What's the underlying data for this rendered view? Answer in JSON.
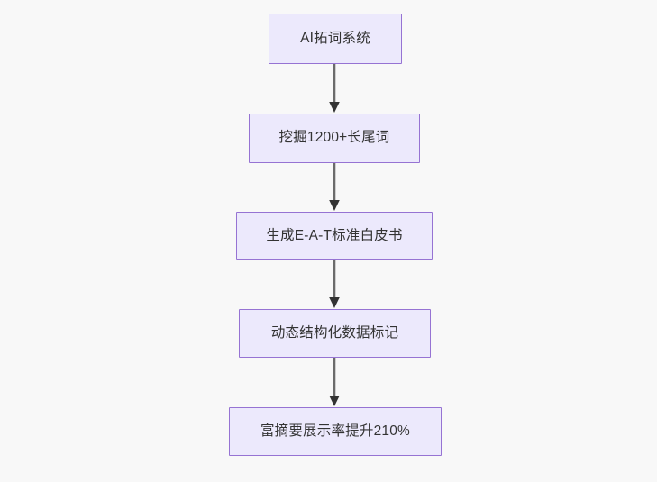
{
  "diagram": {
    "type": "flowchart",
    "direction": "top-to-bottom",
    "background_color": "#f8f8f8",
    "node_fill_color": "#ece9fc",
    "node_border_color": "#9673d3",
    "node_text_color": "#333333",
    "edge_color": "#6b6b6b",
    "arrowhead_color": "#333333",
    "nodes": [
      {
        "id": "n1",
        "label": "AI拓词系统"
      },
      {
        "id": "n2",
        "label": "挖掘1200+长尾词"
      },
      {
        "id": "n3",
        "label": "生成E-A-T标准白皮书"
      },
      {
        "id": "n4",
        "label": "动态结构化数据标记"
      },
      {
        "id": "n5",
        "label": "富摘要展示率提升210%"
      }
    ],
    "edges": [
      {
        "from": "n1",
        "to": "n2",
        "label": ""
      },
      {
        "from": "n2",
        "to": "n3",
        "label": ""
      },
      {
        "from": "n3",
        "to": "n4",
        "label": ""
      },
      {
        "from": "n4",
        "to": "n5",
        "label": ""
      }
    ]
  }
}
